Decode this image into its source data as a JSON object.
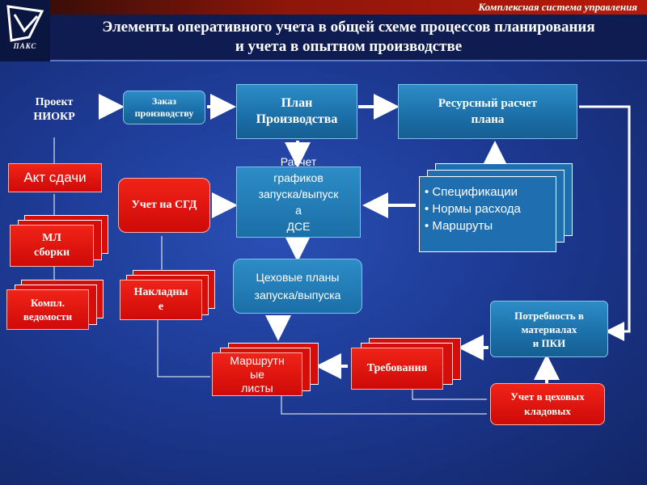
{
  "header": {
    "system_name": "Комплексная система управления",
    "title_line1": "Элементы оперативного учета в общей схеме процессов планирования",
    "title_line2": "и учета в опытном производстве",
    "logo_text": "ПАКС"
  },
  "nodes": {
    "project": [
      "Проект",
      "НИОКР"
    ],
    "order": [
      "Заказ",
      "производству"
    ],
    "plan": [
      "План",
      "Производства"
    ],
    "resource": [
      "Ресурсный расчет",
      "плана"
    ],
    "akt": "Акт сдачи",
    "sgd": "Учет на СГД",
    "schedule": [
      "Расчет",
      "графиков",
      "запуска/выпуск",
      "а",
      "ДСЕ"
    ],
    "specs": [
      "• Спецификации",
      "• Нормы расхода",
      "• Маршруты"
    ],
    "ml": [
      "МЛ",
      "сборки"
    ],
    "komp": [
      "Компл.",
      "ведомости"
    ],
    "nakl": [
      "Накладны",
      "е"
    ],
    "shop": [
      "Цеховые планы",
      "запуска/выпуска"
    ],
    "need": [
      "Потребность в",
      "материалах",
      "и ПКИ"
    ],
    "route": [
      "Маршрутн",
      "ые",
      "листы"
    ],
    "treb": "Требования",
    "stock": [
      "Учет в цеховых",
      "кладовых"
    ]
  },
  "colors": {
    "background": "#1d3a94",
    "teal_box": "#1b6fa8",
    "red_box": "#d40e0a",
    "connector": "#ffffff"
  }
}
